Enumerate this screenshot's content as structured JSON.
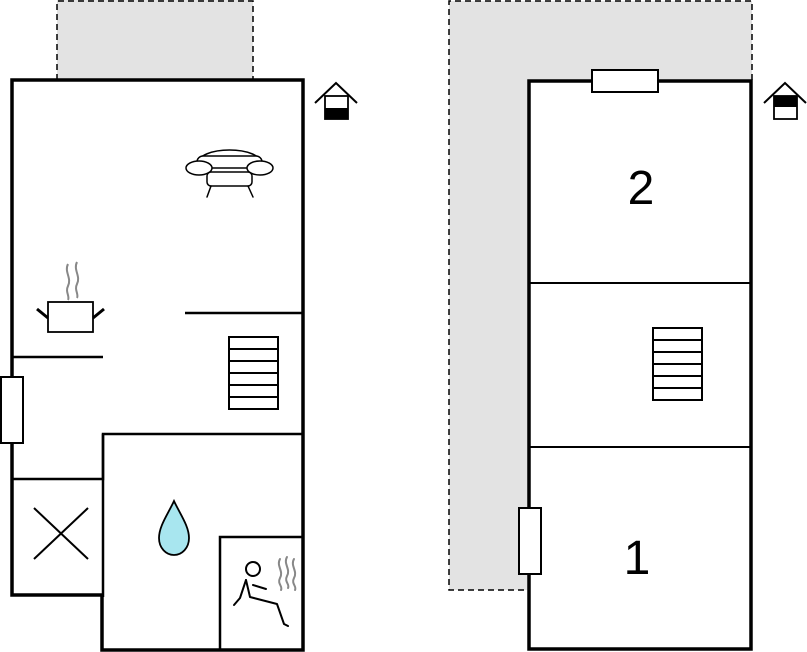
{
  "plans": [
    {
      "floor": "ground",
      "rooms": [
        "living-room",
        "kitchen",
        "bathroom",
        "sauna",
        "storage"
      ],
      "icons": [
        "sofa-icon",
        "cooking-pot-icon",
        "stairs-icon",
        "water-drop-icon",
        "sauna-icon",
        "cross-icon",
        "floor-indicator-lower-icon"
      ]
    },
    {
      "floor": "upper",
      "rooms": [
        {
          "label": "2"
        },
        {
          "label": "1"
        }
      ],
      "icons": [
        "stairs-icon",
        "floor-indicator-upper-icon"
      ]
    }
  ],
  "colors": {
    "wall": "#000000",
    "terrace": "#e3e3e3",
    "water": "#a8e6ef",
    "steam": "#888888"
  }
}
